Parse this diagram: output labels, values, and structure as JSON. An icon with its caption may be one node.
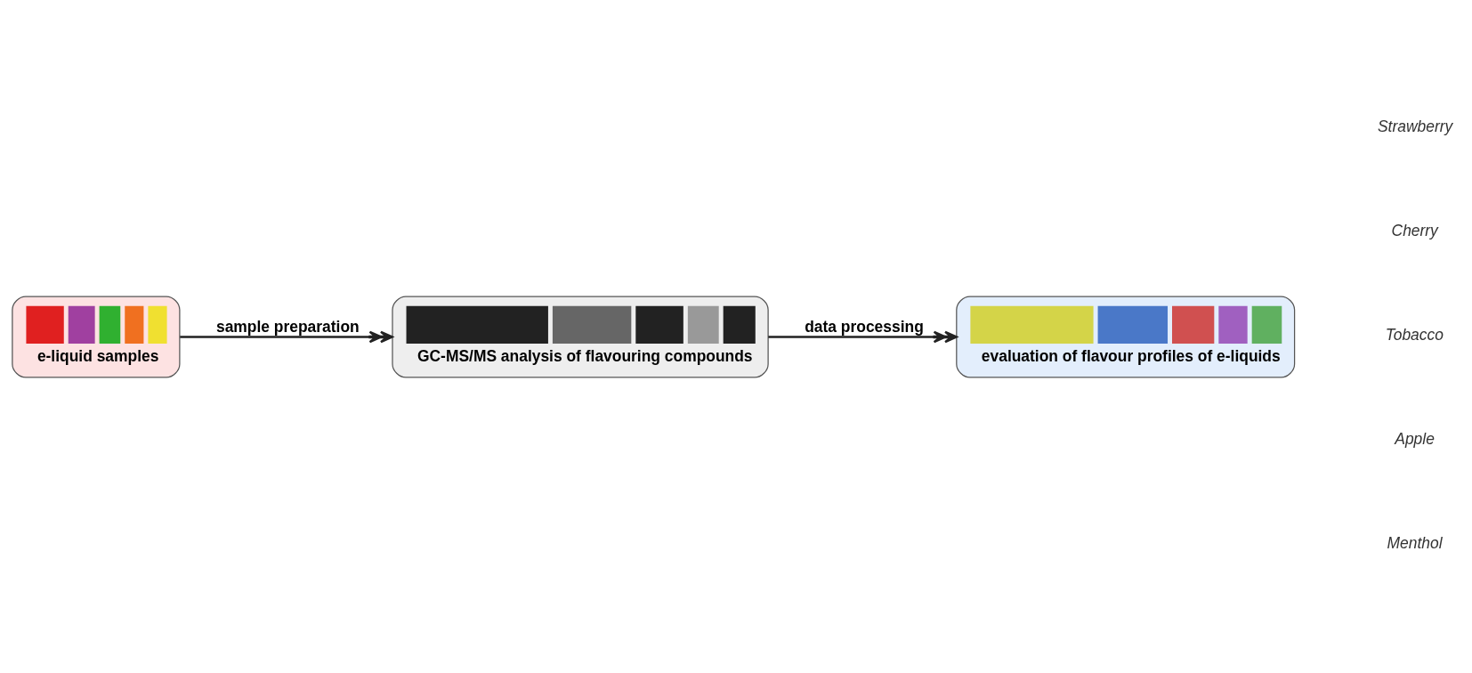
{
  "diagram": {
    "nodes": [
      {
        "text": [
          "e-liquid samples"
        ]
      },
      {
        "text": [
          "GC-MS/MS analysis of flavouring compounds"
        ]
      },
      {
        "text": [
          "evaluation of flavour profiles of e-liquids"
        ]
      }
    ],
    "edges": [
      {
        "from": 0,
        "to": 1,
        "arrow": "to",
        "label": "sample preparation"
      },
      {
        "from": 1,
        "to": 2,
        "arrow": "to",
        "label": "data processing"
      }
    ],
    "labels": [
      "Strawberry",
      "Cherry",
      "Tobacco",
      "Apple",
      "Menthol"
    ]
  }
}
